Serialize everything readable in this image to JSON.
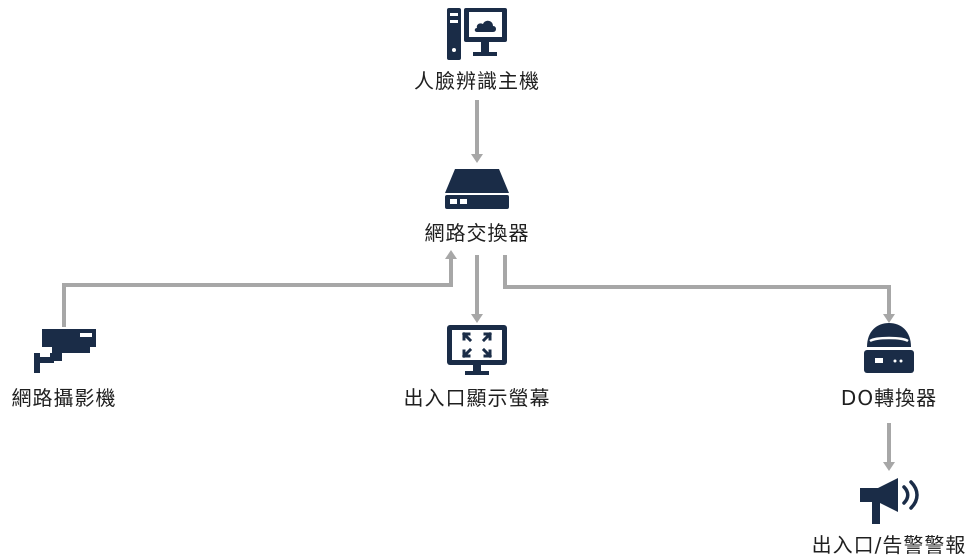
{
  "colors": {
    "icon": "#1a2c47",
    "connector": "#a7a7a7",
    "text": "#1f1f1f"
  },
  "nodes": {
    "face_host": {
      "label": "人臉辨識主機",
      "icon": "computer-cloud-icon"
    },
    "switch": {
      "label": "網路交換器",
      "icon": "network-switch-icon"
    },
    "camera": {
      "label": "網路攝影機",
      "icon": "security-camera-icon"
    },
    "display": {
      "label": "出入口顯示螢幕",
      "icon": "fullscreen-monitor-icon"
    },
    "do_converter": {
      "label": "DO轉換器",
      "icon": "dome-converter-icon"
    },
    "alarm": {
      "label": "出入口/告警警報",
      "icon": "megaphone-icon"
    }
  }
}
